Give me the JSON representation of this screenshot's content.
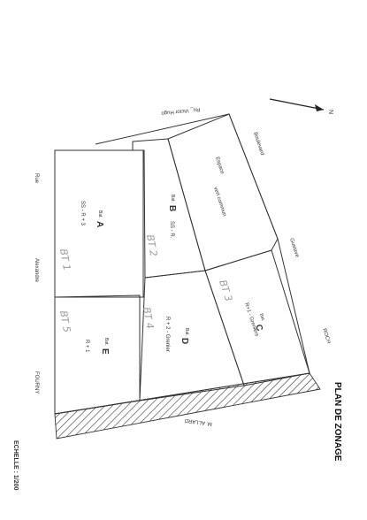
{
  "north": {
    "label": "N"
  },
  "top_street": {
    "text": "Ru_ Victor Hugo"
  },
  "streets": {
    "boulevard": "Boulevard",
    "gustave": "Gustave",
    "roch": "ROCH",
    "rue_left": "Rue",
    "alexandre": "Alexandre",
    "fourny": "FOURNY",
    "maillard": "M.  ALLARD"
  },
  "common_space": {
    "line1": "Espace",
    "line2": "vert  commun"
  },
  "buildings": {
    "a": {
      "prefix": "Bat.",
      "letter": "A",
      "levels": "SS - R + 3",
      "mark": "BT 1"
    },
    "b": {
      "prefix": "Bat.",
      "letter": "B",
      "levels": "SS - R.",
      "mark": "BT 2"
    },
    "c": {
      "prefix": "Bat.",
      "letter": "C",
      "levels": "R+1 - Greniers",
      "mark": "BT 3"
    },
    "d": {
      "prefix": "Bat.",
      "letter": "D",
      "levels": "R + 2 - Grenier",
      "mark": "BT 4"
    },
    "e": {
      "prefix": "Bat.",
      "letter": "E",
      "levels": "R + 1",
      "mark": "BT 5"
    }
  },
  "title": {
    "text": "PLAN  DE  ZONAGE"
  },
  "scale": {
    "text": "ECHELLE : 1/200"
  }
}
